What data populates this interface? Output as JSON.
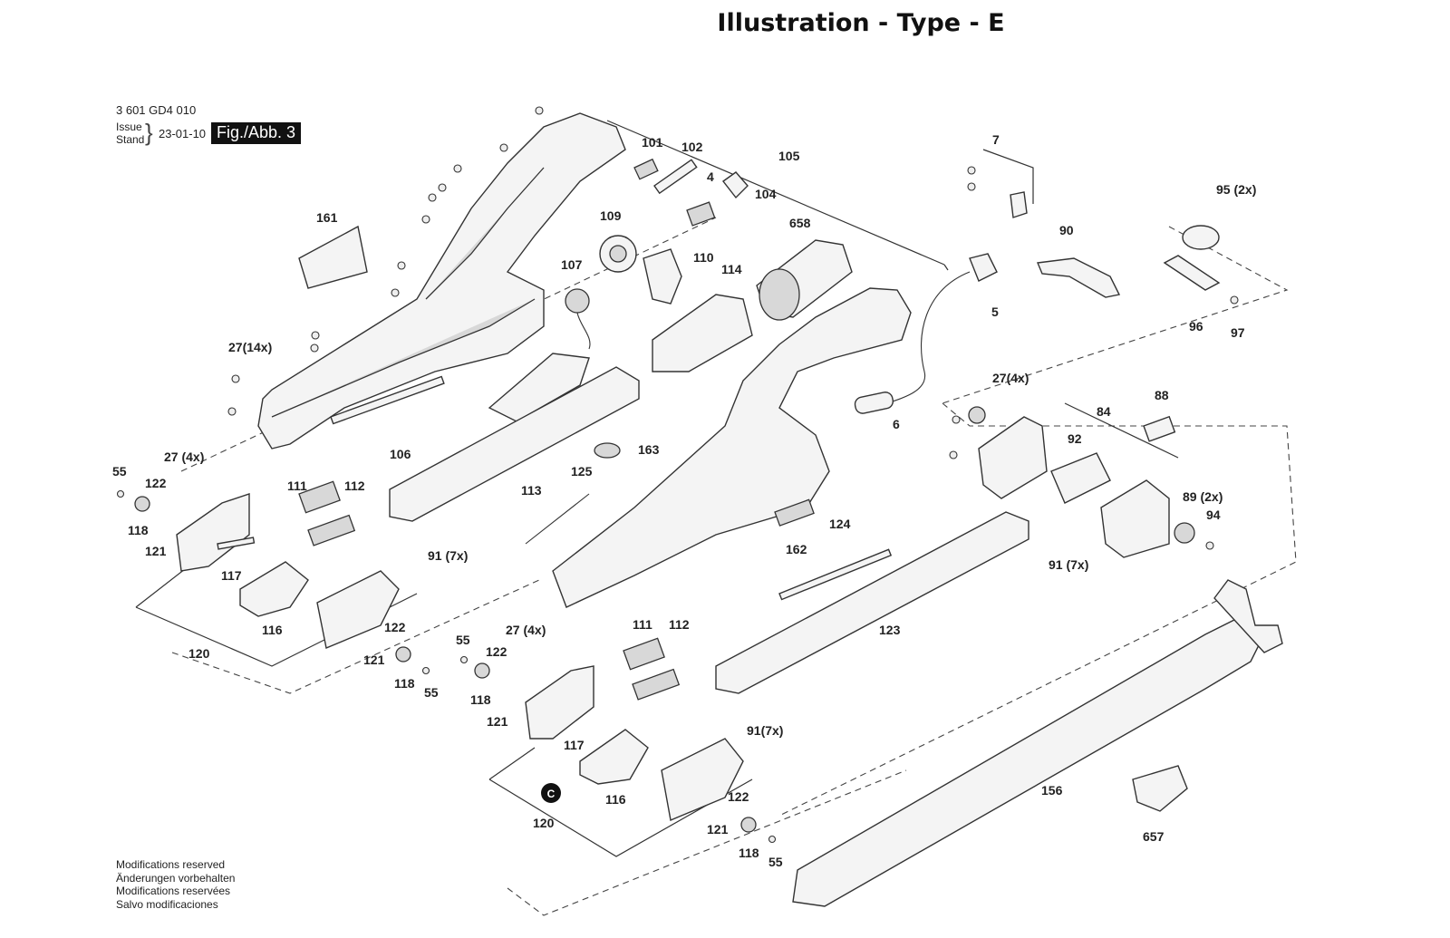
{
  "header": {
    "title": "Illustration - Type - E"
  },
  "document": {
    "number": "3 601 GD4 010",
    "issue_label": "Issue",
    "stand_label": "Stand",
    "issue_date": "23-01-10",
    "figure_label": "Fig./Abb. 3"
  },
  "notes": [
    "Modifications reserved",
    "Änderungen vorbehalten",
    "Modifications reservées",
    "Salvo modificaciones"
  ],
  "marker": {
    "label": "C"
  },
  "labels": [
    "161",
    "27(14x)",
    "106",
    "107",
    "109",
    "110",
    "101",
    "102",
    "4",
    "104",
    "105",
    "114",
    "658",
    "113",
    "163",
    "125",
    "7",
    "90",
    "5",
    "6",
    "95 (2x)",
    "96",
    "97",
    "27(4x)",
    "88",
    "84",
    "92",
    "89 (2x)",
    "94",
    "91 (7x)",
    "124",
    "162",
    "123",
    "55",
    "122",
    "118",
    "121",
    "27 (4x)",
    "117",
    "111",
    "112",
    "91 (7x)",
    "116",
    "122",
    "121",
    "118",
    "55",
    "120",
    "55",
    "122",
    "27 (4x)",
    "118",
    "121",
    "111",
    "112",
    "91(7x)",
    "117",
    "116",
    "122",
    "121",
    "118",
    "55",
    "120",
    "156",
    "657"
  ]
}
